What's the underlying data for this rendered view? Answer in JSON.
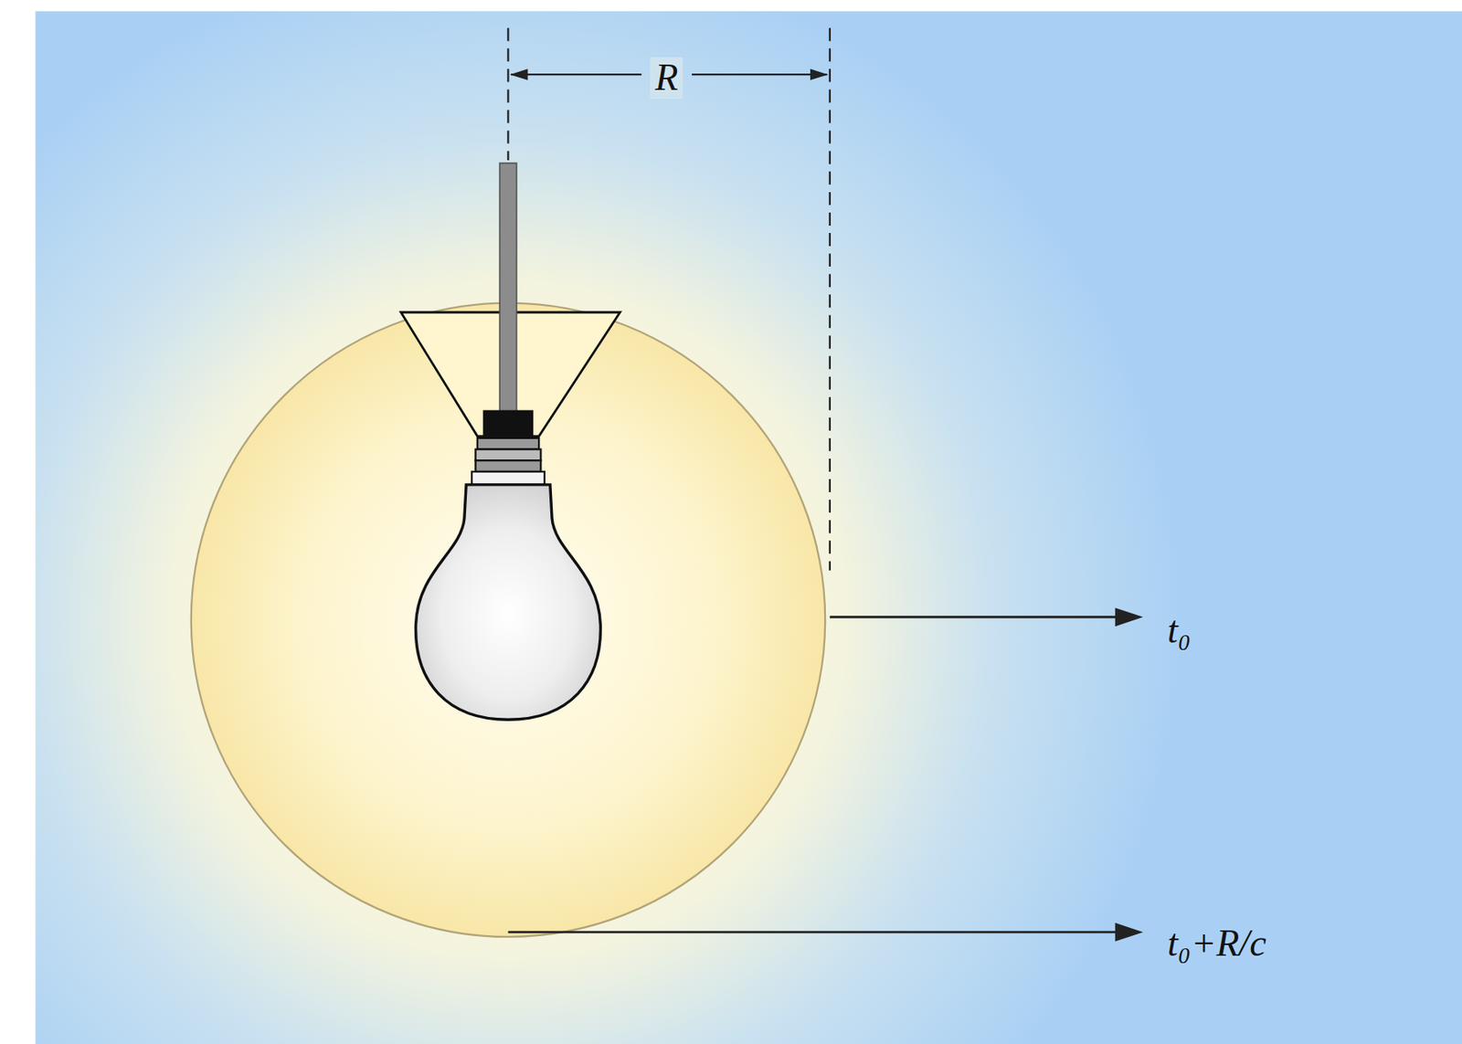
{
  "diagram": {
    "labels": [
      "R",
      "t₀",
      "t₀+R/c"
    ]
  }
}
